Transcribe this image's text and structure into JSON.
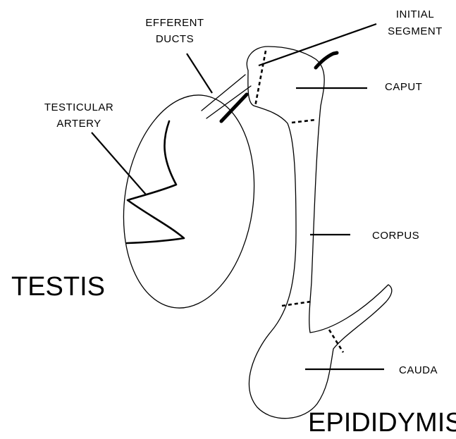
{
  "labels": {
    "efferent_ducts": [
      "EFFERENT",
      "DUCTS"
    ],
    "initial_segment": [
      "INITIAL",
      "SEGMENT"
    ],
    "caput": "CAPUT",
    "testicular_artery": [
      "TESTICULAR",
      "ARTERY"
    ],
    "corpus": "CORPUS",
    "testis": "TESTIS",
    "cauda": "CAUDA",
    "epididymis": "EPIDIDYMIS"
  }
}
